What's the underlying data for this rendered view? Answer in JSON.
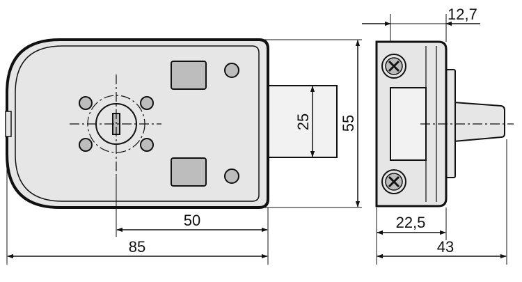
{
  "dimensions": {
    "width_overall": "85",
    "bolt_throw": "50",
    "bolt_height": "25",
    "body_height": "55",
    "keeper_top": "12,7",
    "keeper_depth": "22,5",
    "keeper_overall": "43"
  },
  "colors": {
    "line": "#111111",
    "body_fill": "#e6e6e6",
    "slot_fill": "#bdbdbd",
    "bolt_fill": "#f2f2f2"
  }
}
